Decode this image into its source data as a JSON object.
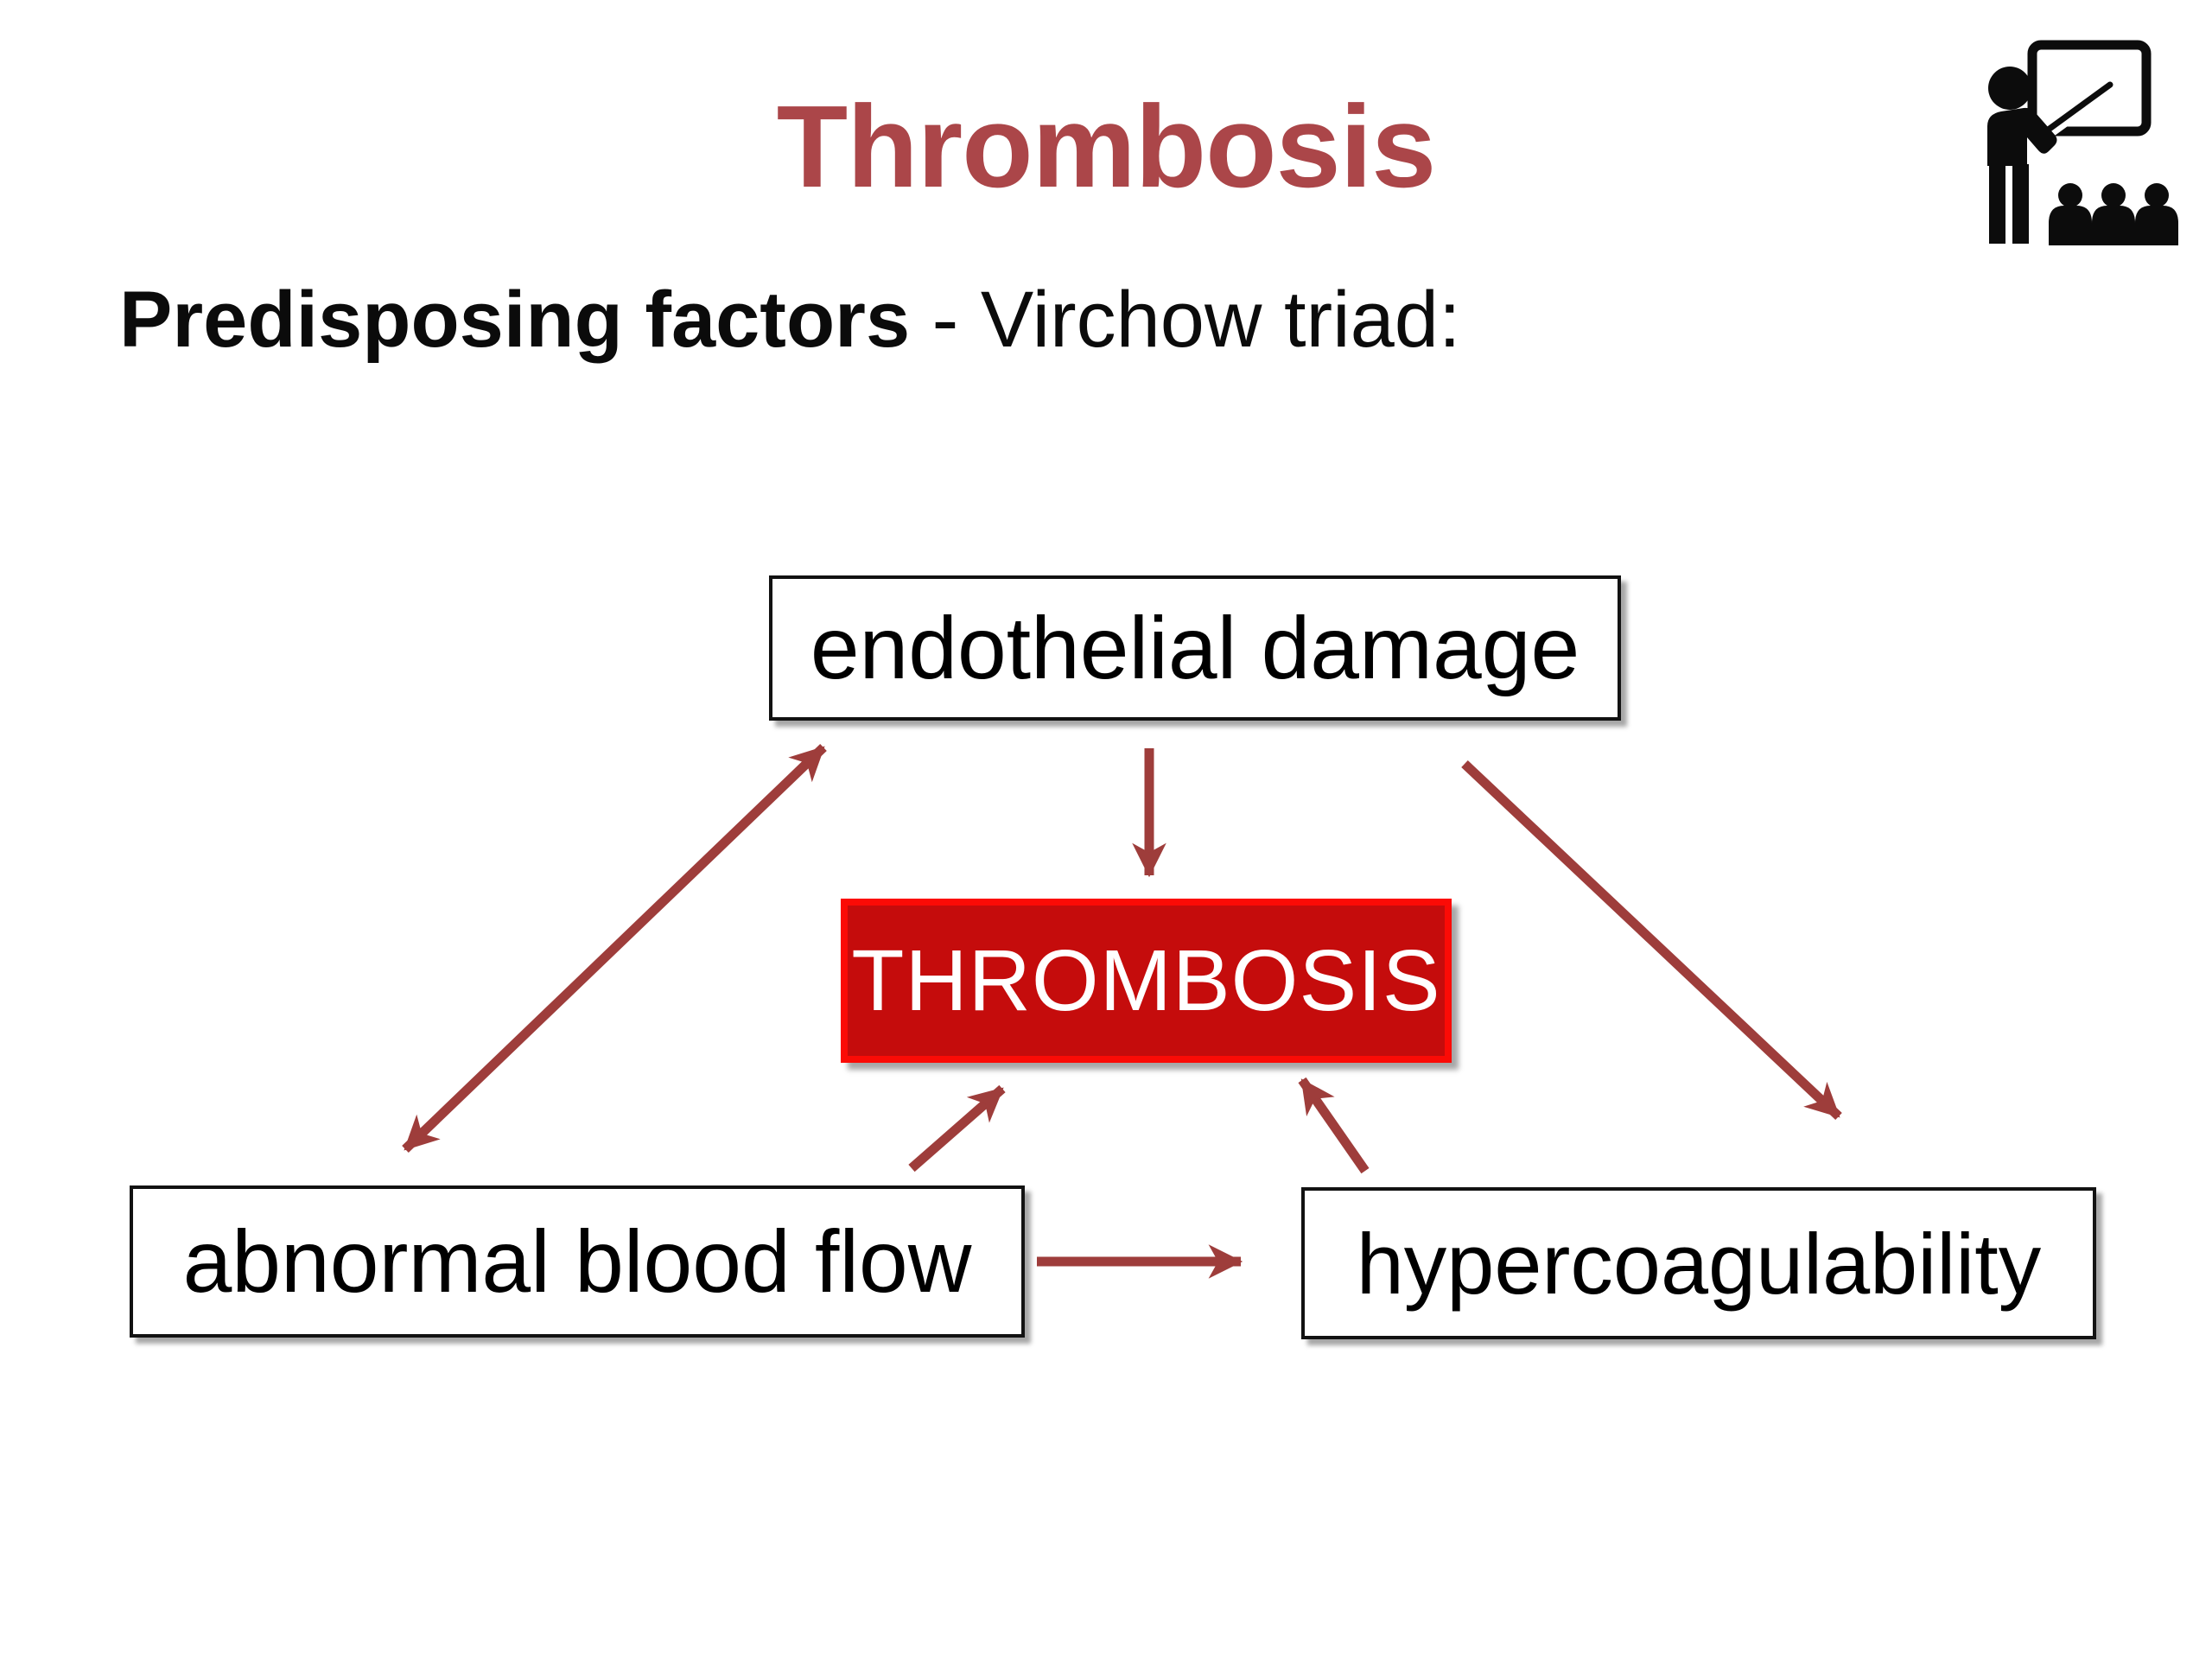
{
  "slide": {
    "title": "Thrombosis",
    "subtitle": {
      "bold": "Predisposing factors",
      "rest": " - Virchow triad:"
    },
    "colors": {
      "title_red": "#AB4649",
      "arrow_red": "#9E3D3B",
      "thrombosis_fill": "#C50C0C",
      "thrombosis_border": "#FB0B06",
      "icon_black": "#0C0C0C"
    },
    "icon": {
      "name": "presenter-training-icon"
    }
  },
  "diagram": {
    "nodes": {
      "endothelial": {
        "label": "endothelial damage"
      },
      "thrombosis": {
        "label": "THROMBOSIS"
      },
      "abnormal": {
        "label": "abnormal blood flow"
      },
      "hypercoagulability": {
        "label": "hypercoagulability"
      }
    },
    "arrows": [
      {
        "name": "arrow-endothelial-abnormal",
        "from": "endothelial damage",
        "to": "abnormal blood flow",
        "type": "double-headed"
      },
      {
        "name": "arrow-endothelial-thrombosis",
        "from": "endothelial damage",
        "to": "THROMBOSIS",
        "type": "single"
      },
      {
        "name": "arrow-endothelial-hypercoagulability",
        "from": "endothelial damage",
        "to": "hypercoagulability",
        "type": "single"
      },
      {
        "name": "arrow-abnormal-thrombosis",
        "from": "abnormal blood flow",
        "to": "THROMBOSIS",
        "type": "single"
      },
      {
        "name": "arrow-hypercoagulability-thrombosis",
        "from": "hypercoagulability",
        "to": "THROMBOSIS",
        "type": "single"
      },
      {
        "name": "arrow-abnormal-hypercoagulability",
        "from": "abnormal blood flow",
        "to": "hypercoagulability",
        "type": "single"
      }
    ]
  }
}
